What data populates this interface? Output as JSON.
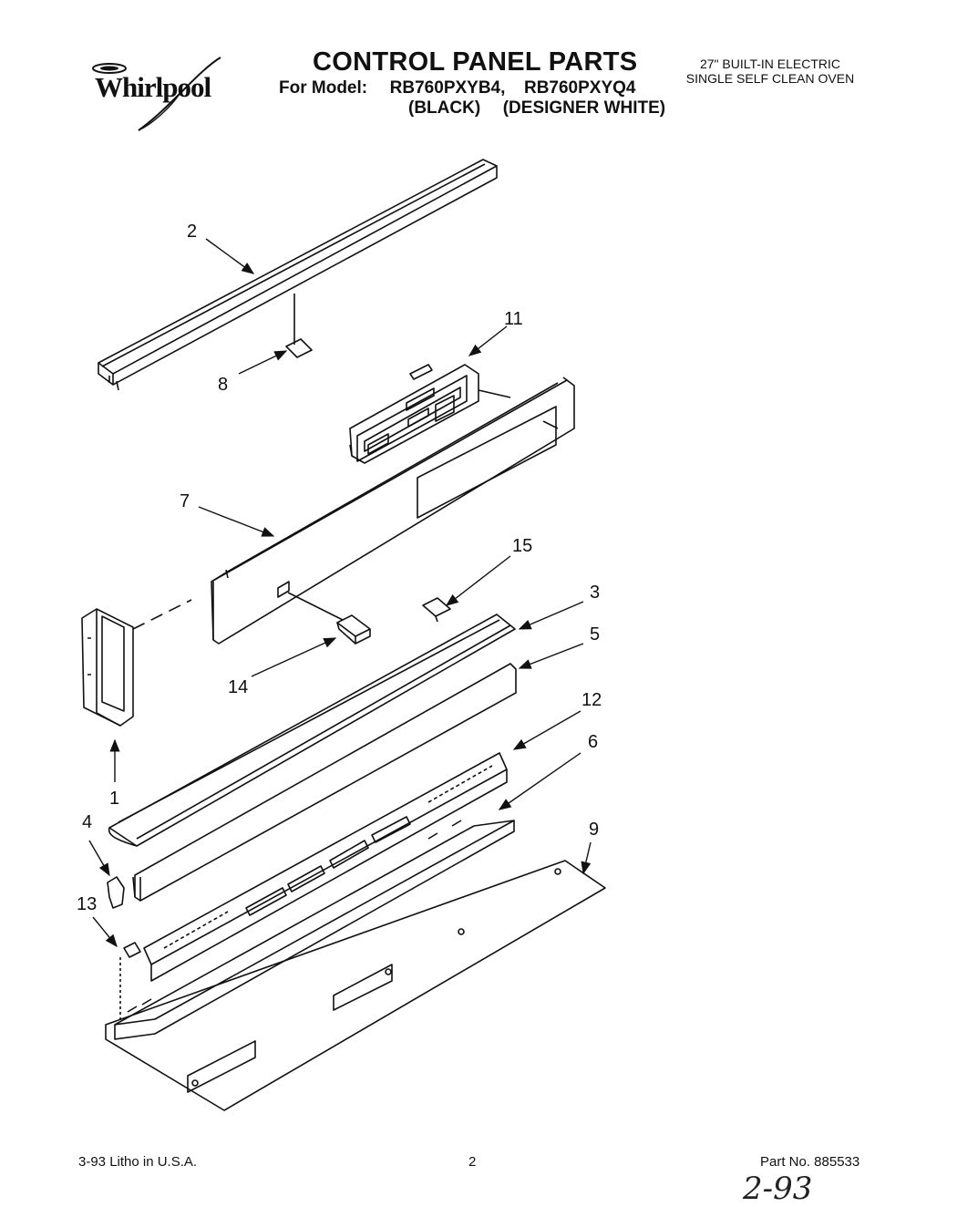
{
  "header": {
    "brand": "Whirlpool",
    "title": "CONTROL PANEL PARTS",
    "model_prefix": "For Model:",
    "model_1": "RB760PXYB4,",
    "model_2": "RB760PXYQ4",
    "color_1": "(BLACK)",
    "color_2": "(DESIGNER WHITE)",
    "product_line1": "27\" BUILT-IN ELECTRIC",
    "product_line2": "SINGLE SELF CLEAN OVEN"
  },
  "callouts": [
    "2",
    "11",
    "8",
    "7",
    "15",
    "3",
    "5",
    "14",
    "12",
    "1",
    "6",
    "4",
    "9",
    "13"
  ],
  "footer": {
    "litho": "3-93 Litho in U.S.A.",
    "page": "2",
    "part_no": "Part No. 885533",
    "handwritten": "2-93"
  },
  "colors": {
    "ink": "#111111",
    "paper": "#ffffff"
  }
}
